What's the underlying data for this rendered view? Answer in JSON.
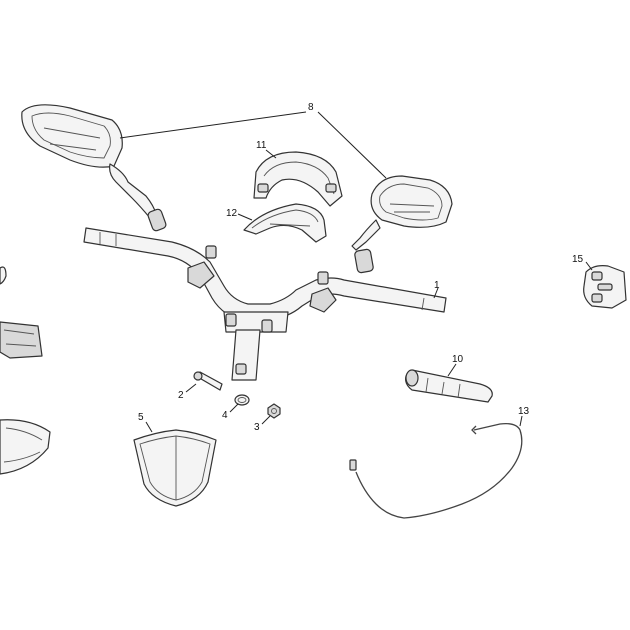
{
  "callouts": {
    "c1": "1",
    "c2": "2",
    "c3": "3",
    "c4": "4",
    "c5": "5",
    "c8": "8",
    "c10": "10",
    "c11": "11",
    "c12": "12",
    "c13": "13",
    "c15": "15"
  }
}
